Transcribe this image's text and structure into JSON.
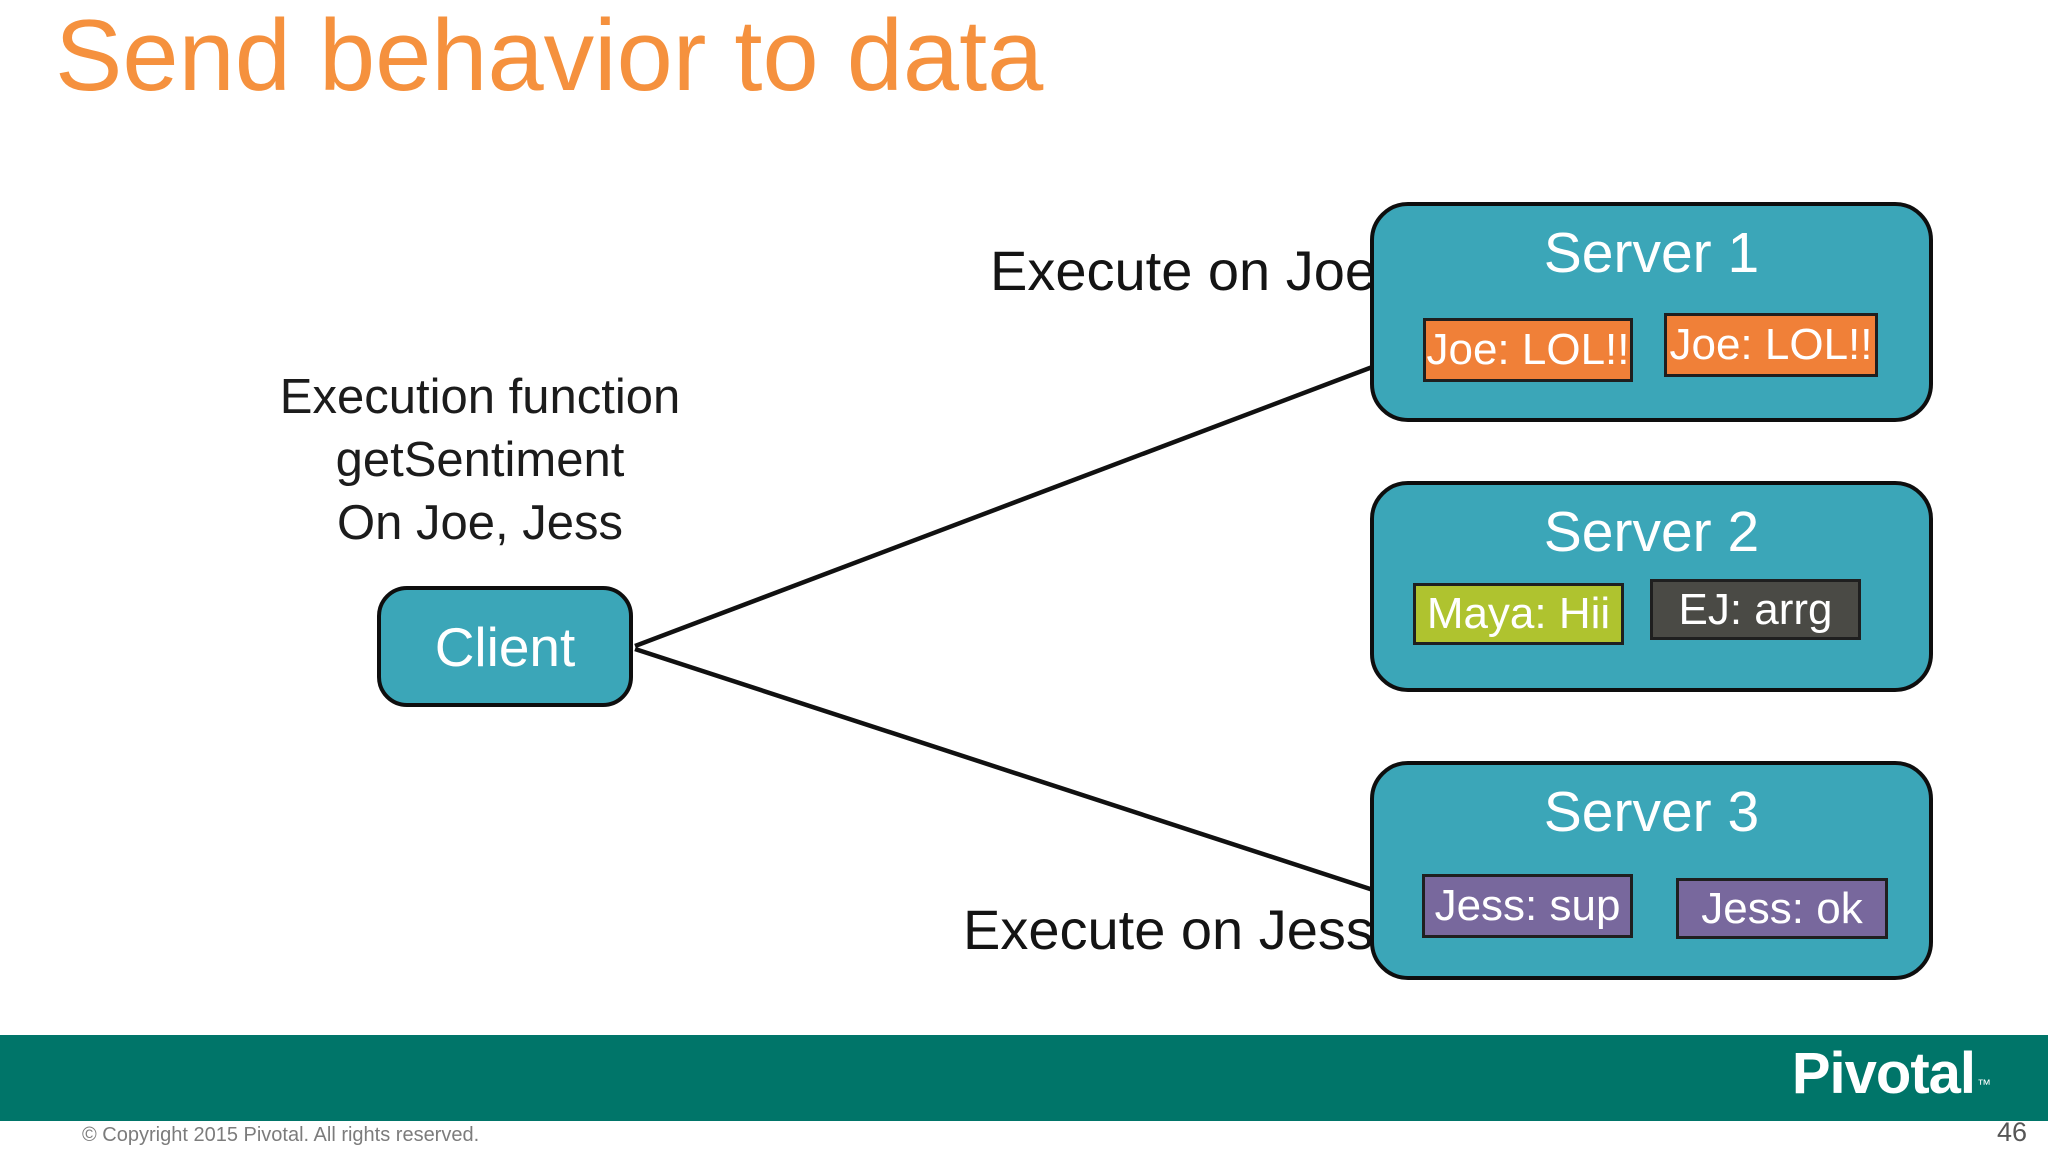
{
  "slide": {
    "title": "Send behavior to data",
    "title_color": "#F5913E",
    "background": "#FFFFFF",
    "page_number": "46",
    "footer": {
      "bar_color": "#007569",
      "logo_text": "Pivotal",
      "logo_trademark": "™",
      "copyright": "© Copyright 2015 Pivotal. All rights reserved."
    }
  },
  "diagram": {
    "note_lines": {
      "line1": "Execution function",
      "line2": "getSentiment",
      "line3": "On Joe, Jess"
    },
    "client": {
      "label": "Client",
      "fill": "#3BA6B8"
    },
    "edge_labels": {
      "to_server1": "Execute on Joe",
      "to_server3": "Execute on Jess"
    },
    "arrow_color": "#111111",
    "servers": [
      {
        "name": "Server 1",
        "fill": "#3BA6B8",
        "items": [
          {
            "label": "Joe: LOL!!",
            "fill": "#F08038"
          },
          {
            "label": "Joe: LOL!!",
            "fill": "#F08038"
          }
        ]
      },
      {
        "name": "Server 2",
        "fill": "#3BA6B8",
        "items": [
          {
            "label": "Maya: Hii",
            "fill": "#AFC32F"
          },
          {
            "label": "EJ: arrg",
            "fill": "#4A4A45"
          }
        ]
      },
      {
        "name": "Server 3",
        "fill": "#3BA6B8",
        "items": [
          {
            "label": "Jess: sup",
            "fill": "#78689D"
          },
          {
            "label": "Jess: ok",
            "fill": "#78689D"
          }
        ]
      }
    ]
  }
}
